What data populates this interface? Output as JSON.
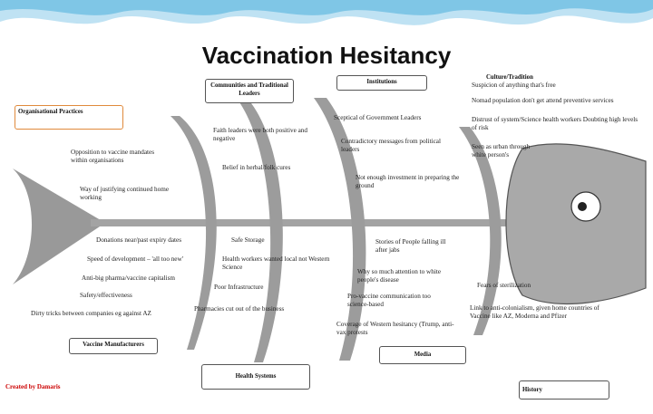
{
  "title": "Vaccination Hesitancy",
  "credit": "Created by Damaris",
  "categories": {
    "organisational": "Organisational Practices",
    "communities": "Communities and Traditional Leaders",
    "institutions": "Institutions",
    "culture": "Culture/Tradition",
    "vaccine_manufacturers": "Vaccine Manufacturers",
    "health_systems": "Health Systems",
    "media": "Media",
    "history": "History"
  },
  "causes": {
    "org": [
      "Opposition to vaccine mandates within organisations",
      "Way of justifying continued home working"
    ],
    "comm": [
      "Faith leaders were both positive and negative",
      "Belief in herbal/folk cures"
    ],
    "inst": [
      "Sceptical of Government Leaders",
      "Contradictory messages from political leaders",
      "Not enough investment in preparing the ground"
    ],
    "culture": [
      "Suspicion of anything that's free",
      "Nomad population don't get attend preventive services",
      "Distrust of system/Science health workers Doubting high levels of risk",
      "Seen as urban through white person's"
    ],
    "vm": [
      "Donations near/past expiry dates",
      "Speed of development – 'all too new'",
      "Anti-big pharma/vaccine capitalism",
      "Safety/effectiveness",
      "Dirty tricks between companies eg against AZ"
    ],
    "hs": [
      "Safe Storage",
      "Health workers wanted local not Western Science",
      "Poor Infrastructure",
      "Pharmacies cut out of the business"
    ],
    "media": [
      "Stories of People falling ill after jabs",
      "Why so much attention to white people's disease",
      "Pro-vaccine communication too science-based",
      "Coverage of Western hesitancy (Trump, anti-vax protests"
    ],
    "history": [
      "Fears of sterilization",
      "Link to anti-colonialism, given home countries of Vaccine like AZ, Moderna and Pfizer"
    ]
  },
  "colors": {
    "spine": "#a3a3a3",
    "wave_light": "#bfe2f3",
    "wave_mid": "#7fc6e6",
    "credit": "#cc0000",
    "orange_border": "#e08a3c"
  }
}
